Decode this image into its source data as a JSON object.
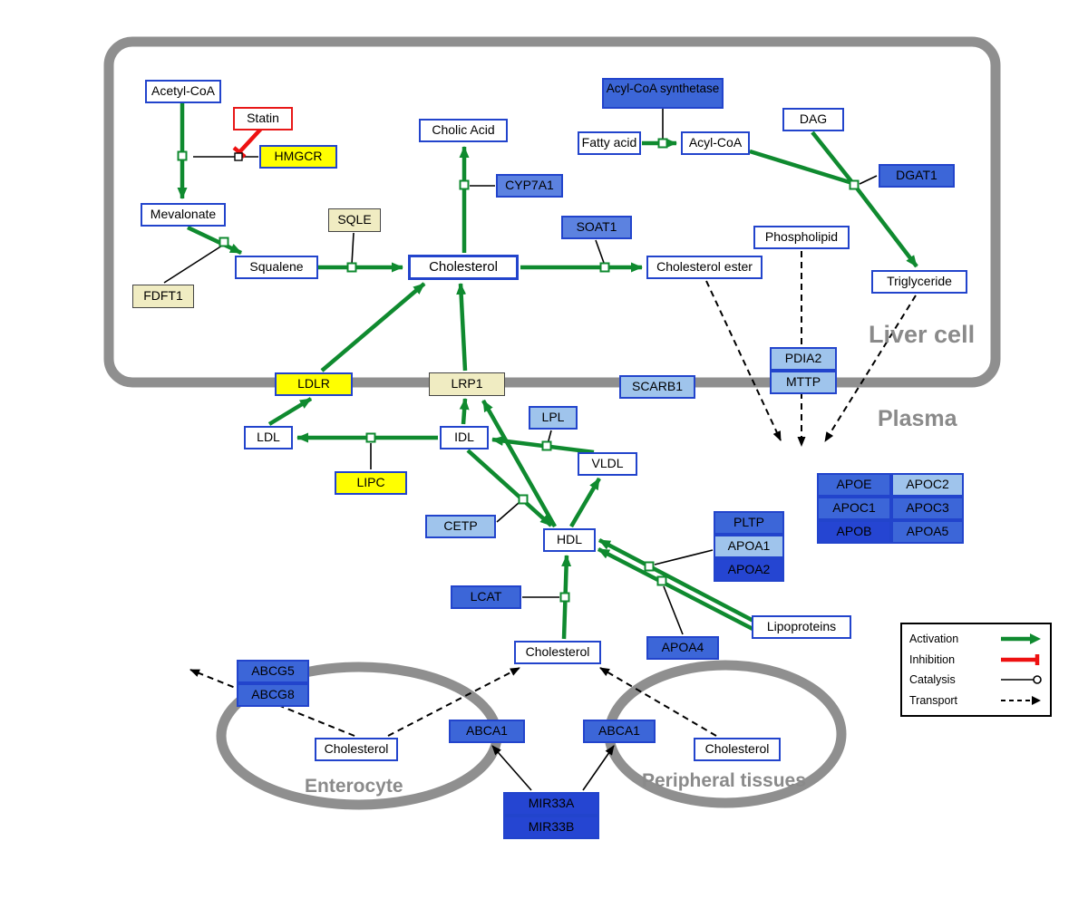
{
  "compartments": {
    "liver": {
      "label": "Liver cell"
    },
    "plasma": {
      "label": "Plasma"
    },
    "enterocyte": {
      "label": "Enterocyte"
    },
    "peripheral": {
      "label": "Peripheral tissues"
    }
  },
  "nodes": {
    "acetyl_coa": {
      "label": "Acetyl-CoA"
    },
    "statin": {
      "label": "Statin"
    },
    "hmgcr": {
      "label": "HMGCR"
    },
    "mevalonate": {
      "label": "Mevalonate"
    },
    "sqle": {
      "label": "SQLE"
    },
    "fdft1": {
      "label": "FDFT1"
    },
    "squalene": {
      "label": "Squalene"
    },
    "cholesterol_liver": {
      "label": "Cholesterol"
    },
    "cholic_acid": {
      "label": "Cholic Acid"
    },
    "cyp7a1": {
      "label": "CYP7A1"
    },
    "soat1": {
      "label": "SOAT1"
    },
    "cholesterol_ester": {
      "label": "Cholesterol ester"
    },
    "acyl_coa_synthetase": {
      "label": "Acyl-CoA synthetase"
    },
    "fatty_acid": {
      "label": "Fatty acid"
    },
    "acyl_coa": {
      "label": "Acyl-CoA"
    },
    "dag": {
      "label": "DAG"
    },
    "dgat1": {
      "label": "DGAT1"
    },
    "phospholipid": {
      "label": "Phospholipid"
    },
    "triglyceride": {
      "label": "Triglyceride"
    },
    "ldlr": {
      "label": "LDLR"
    },
    "lrp1": {
      "label": "LRP1"
    },
    "scarb1": {
      "label": "SCARB1"
    },
    "pdia2": {
      "label": "PDIA2"
    },
    "mttp": {
      "label": "MTTP"
    },
    "ldl": {
      "label": "LDL"
    },
    "idl": {
      "label": "IDL"
    },
    "lpl": {
      "label": "LPL"
    },
    "vldl": {
      "label": "VLDL"
    },
    "lipc": {
      "label": "LIPC"
    },
    "cetp": {
      "label": "CETP"
    },
    "hdl": {
      "label": "HDL"
    },
    "lcat": {
      "label": "LCAT"
    },
    "pltp": {
      "label": "PLTP"
    },
    "apoa1": {
      "label": "APOA1"
    },
    "apoa2": {
      "label": "APOA2"
    },
    "apoa4": {
      "label": "APOA4"
    },
    "lipoproteins": {
      "label": "Lipoproteins"
    },
    "apoe": {
      "label": "APOE"
    },
    "apoc2": {
      "label": "APOC2"
    },
    "apoc1": {
      "label": "APOC1"
    },
    "apoc3": {
      "label": "APOC3"
    },
    "apob": {
      "label": "APOB"
    },
    "apoa5": {
      "label": "APOA5"
    },
    "cholesterol_plasma": {
      "label": "Cholesterol"
    },
    "abcg5": {
      "label": "ABCG5"
    },
    "abcg8": {
      "label": "ABCG8"
    },
    "cholesterol_enterocyte": {
      "label": "Cholesterol"
    },
    "abca1_left": {
      "label": "ABCA1"
    },
    "abca1_right": {
      "label": "ABCA1"
    },
    "cholesterol_peripheral": {
      "label": "Cholesterol"
    },
    "mir33a": {
      "label": "MIR33A"
    },
    "mir33b": {
      "label": "MIR33B"
    }
  },
  "legend": {
    "activation": "Activation",
    "inhibition": "Inhibition",
    "catalysis": "Catalysis",
    "transport": "Transport"
  },
  "colors": {
    "activation_green": "#0f8a2f",
    "inhibition_red": "#ee1111",
    "compartment_gray": "#8f8f8f",
    "metabolite_border_blue": "#2244cc",
    "gene_blue": "#3c66d8",
    "gene_light_blue": "#9fc4ec",
    "gene_dark_blue": "#2545d2",
    "gene_yellow": "#ffff00",
    "gene_pale_yellow": "#f0ecc2"
  }
}
